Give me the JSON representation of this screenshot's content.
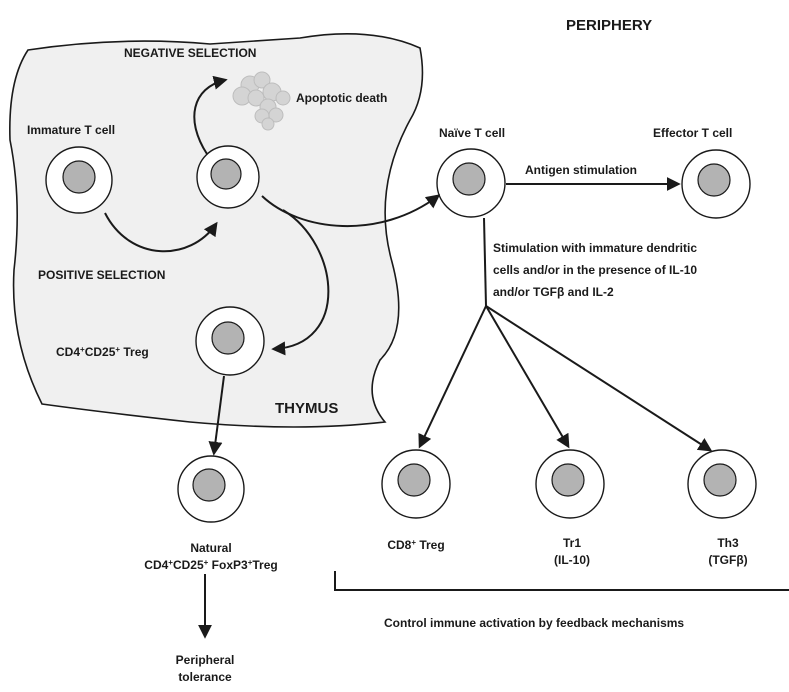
{
  "regions": {
    "thymus": "THYMUS",
    "periphery": "PERIPHERY"
  },
  "selection": {
    "negative": "NEGATIVE SELECTION",
    "positive": "POSITIVE SELECTION",
    "apoptotic": "Apoptotic death"
  },
  "cells": {
    "immature": "Immature T cell",
    "naive": "Naïve T cell",
    "effector": "Effector  T cell",
    "thymic_treg": {
      "a": "CD4",
      "sa": "+",
      "b": "CD25",
      "sb": "+",
      "c": " Treg"
    },
    "natural_treg": {
      "line1": "Natural",
      "a": "CD4",
      "sa": "+",
      "b": "CD25",
      "sb": "+",
      "c": " FoxP3",
      "sc": "+",
      "d": "Treg"
    },
    "cd8": {
      "a": "CD8",
      "sa": "+",
      "b": " Treg"
    },
    "tr1": {
      "name": "Tr1",
      "sub": "(IL-10)"
    },
    "th3": {
      "name": "Th3",
      "sub": "(TGFβ)"
    }
  },
  "processes": {
    "antigen": "Antigen stimulation",
    "stimulation_lines": [
      "Stimulation with immature dendritic",
      "cells and/or in the presence of IL-10",
      "and/or TGFβ and IL-2"
    ],
    "control": "Control immune activation by feedback mechanisms",
    "peripheral": [
      "Peripheral",
      "tolerance"
    ]
  }
}
